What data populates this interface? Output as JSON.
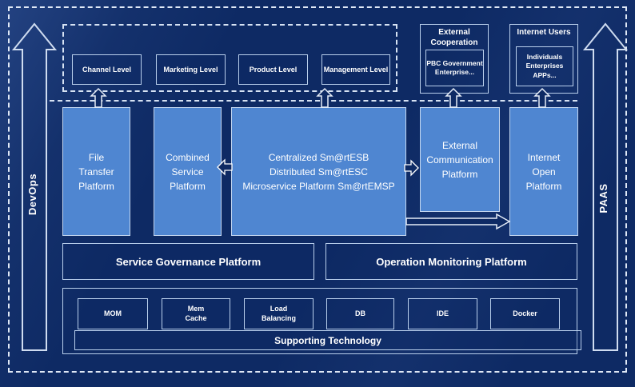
{
  "colors": {
    "background": "#0e2a64",
    "light_box_fill": "#4f86d1",
    "light_box_border": "#c3d6f0",
    "dark_box_border": "#b9cfec",
    "dashed_line": "#d6e2f3",
    "text": "#ffffff"
  },
  "rails": {
    "left": "DevOps",
    "right": "PAAS"
  },
  "top_band": {
    "levels": [
      "Channel Level",
      "Marketing Level",
      "Product Level",
      "Management Level"
    ],
    "external_cooperation": {
      "title": "External\nCooperation",
      "item": "PBC Government\nEnterprise..."
    },
    "internet_users": {
      "title": "Internet Users",
      "item": "Individuals\nEnterprises\nAPPs..."
    }
  },
  "platforms": {
    "file_transfer": "File\nTransfer\nPlatform",
    "combined_service": "Combined\nService\nPlatform",
    "central_bus": "Centralized Sm@rtESB\nDistributed Sm@rtESC\nMicroservice Platform Sm@rtEMSP",
    "external_communication": "External\nCommunication\nPlatform",
    "internet_open": "Internet\nOpen\nPlatform"
  },
  "management_row": {
    "governance": "Service Governance Platform",
    "monitoring": "Operation Monitoring Platform"
  },
  "supporting": {
    "technologies": [
      "MOM",
      "Mem\nCache",
      "Load\nBalancing",
      "DB",
      "IDE",
      "Docker"
    ],
    "label": "Supporting Technology"
  }
}
